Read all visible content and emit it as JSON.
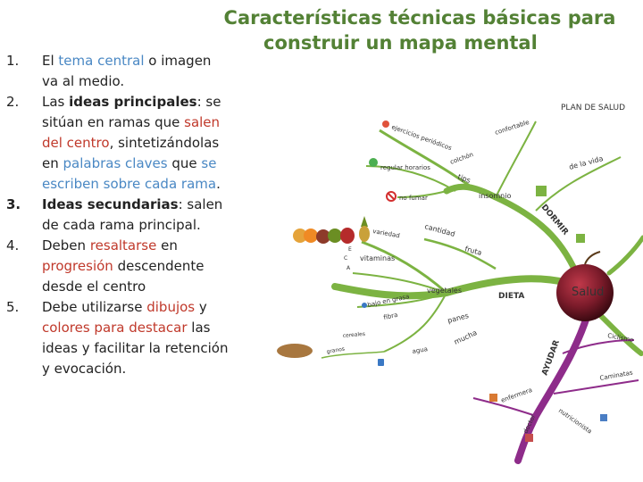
{
  "title": {
    "line1": "Características técnicas básicas para",
    "line2": "construir un mapa mental"
  },
  "list": {
    "n1": "1.",
    "n2": "2.",
    "n3": "3.",
    "n4": "4.",
    "n5": "5.",
    "i1": {
      "a": "El ",
      "b": "tema central",
      "c": " o imagen va al medio."
    },
    "i2": {
      "a": "Las ",
      "b": "ideas principales",
      "c": ": se sitúan en ramas que ",
      "d": "salen del centro",
      "e": ", sintetizándolas en ",
      "f": "palabras claves",
      "g": " que ",
      "h": "se escriben sobre cada rama",
      "i": "."
    },
    "i3": {
      "a": "Ideas secundarias",
      "b": ":  salen de cada rama principal."
    },
    "i4": {
      "a": "Deben ",
      "b": "resaltarse",
      "c": " en ",
      "d": "progresión",
      "e": " descendente desde el centro"
    },
    "i5": {
      "a": "Debe utilizarse ",
      "b": "dibujos",
      "c": " y ",
      "d": "colores para destacar",
      "e": " las ideas y facilitar la retención y evocación."
    }
  },
  "map": {
    "header": "PLAN DE SALUD",
    "center": "Salud",
    "labels": {
      "dieta": "DIETA",
      "dormir": "DORMIR",
      "ayudar": "AYUDAR",
      "ejercicios": "ejercicios periódicos",
      "regular": "regular horarios",
      "nofumar": "no fumar",
      "colchon": "colchón",
      "confortable": "confortable",
      "tips": "tips",
      "insomnio": "insomnio",
      "delavida": "de la vida",
      "variedad": "variedad",
      "cantidad": "cantidad",
      "fruta": "fruta",
      "vitaminas": "vitaminas",
      "vitE": "E",
      "vitC": "C",
      "vitA": "A",
      "bajoengrasa": "bajo en grasa",
      "fibra": "fibra",
      "vegetales": "vegetales",
      "panes": "panes",
      "mucha": "mucha",
      "cereales": "cereales",
      "granos": "granos",
      "agua": "agua",
      "enfermera": "enfermera",
      "doctor": "doctor",
      "nutricionista": "nutricionista",
      "ciclismo": "Ciclismo",
      "caminatas": "Caminatas"
    },
    "colors": {
      "green": "#7cb342",
      "purple": "#8e2c8a",
      "apple": "#7b1b2a"
    }
  }
}
